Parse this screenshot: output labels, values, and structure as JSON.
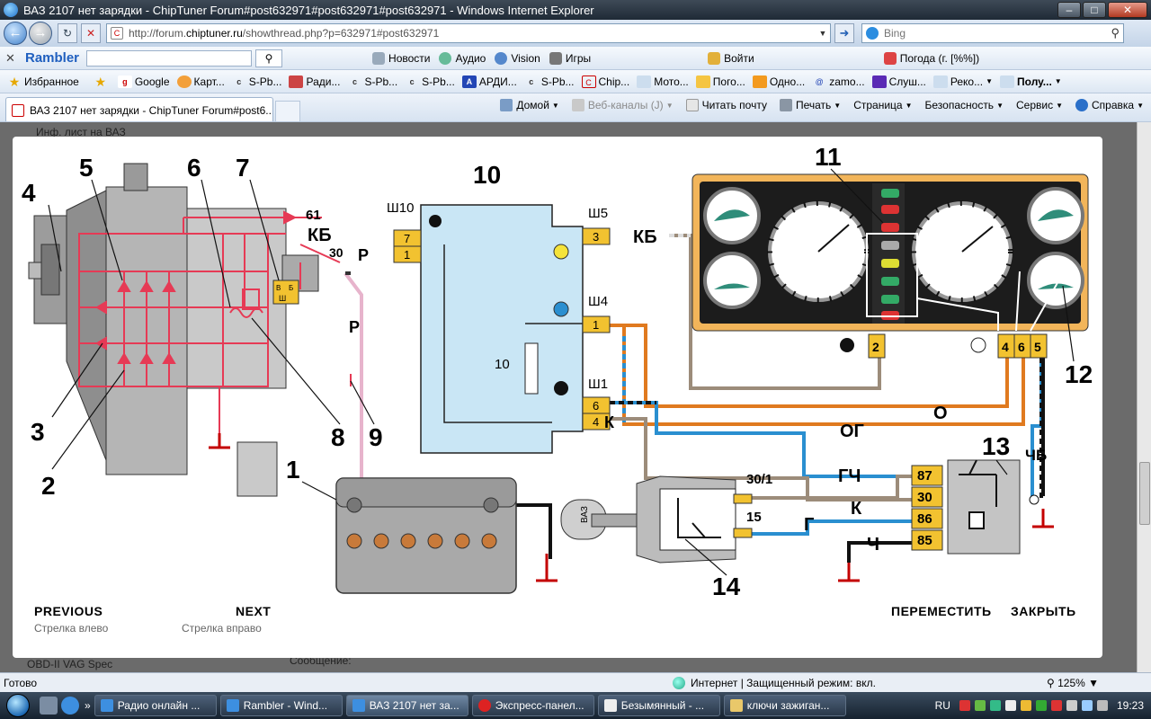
{
  "window": {
    "title": "ВАЗ 2107 нет зарядки - ChipTuner Forum#post632971#post632971#post632971 - Windows Internet Explorer"
  },
  "address": {
    "url_prefix": "http://forum.",
    "url_domain": "chiptuner.ru",
    "url_rest": "/showthread.php?p=632971#post632971",
    "search_placeholder": "Bing"
  },
  "rambler_bar": {
    "logo": "Rambler",
    "items": [
      "Новости",
      "Аудио",
      "Vision",
      "Игры",
      "Войти",
      "Погода (г. [%%])"
    ]
  },
  "favorites_bar": {
    "favorites_label": "Избранное",
    "items": [
      "Google",
      "Карт...",
      "S-Pb...",
      "Ради...",
      "S-Pb...",
      "S-Pb...",
      "АРДИ...",
      "S-Pb...",
      "Chip...",
      "Мото...",
      "Пого...",
      "Одно...",
      "zamo...",
      "Слуш...",
      "Реко...",
      "Полу..."
    ]
  },
  "tab": {
    "title": "ВАЗ 2107 нет зарядки - ChipTuner Forum#post6..."
  },
  "command_bar": {
    "home": "Домой",
    "feeds": "Веб-каналы (J)",
    "mail": "Читать почту",
    "print": "Печать",
    "page": "Страница",
    "safety": "Безопасность",
    "service": "Сервис",
    "help": "Справка"
  },
  "page_background": {
    "text_top": "Инф. лист на ВАЗ",
    "text_bottom_left": "OBD-II VAG Spec",
    "text_bottom_mid": "Сообщение:"
  },
  "lightbox": {
    "previous": "PREVIOUS",
    "previous_hint": "Стрелка влево",
    "next": "NEXT",
    "next_hint": "Стрелка вправо",
    "move": "ПЕРЕМЕСТИТЬ",
    "close": "ЗАКРЫТЬ"
  },
  "diagram": {
    "callouts": [
      "1",
      "2",
      "3",
      "4",
      "5",
      "6",
      "7",
      "8",
      "9",
      "10",
      "11",
      "12",
      "13",
      "14"
    ],
    "wire_labels": {
      "kb_left": "КБ",
      "kb_right": "КБ",
      "n61": "61",
      "n30": "30",
      "r_top": "Р",
      "r_mid": "Р",
      "k_conn": "К",
      "o": "О",
      "og": "ОГ",
      "gch": "ГЧ",
      "k_relay": "К",
      "g": "Г",
      "ch": "Ч",
      "chb": "ЧБ",
      "v": "В",
      "b": "Б",
      "sh": "Ш"
    },
    "connectors": {
      "sh10": "Ш10",
      "sh5": "Ш5",
      "sh4": "Ш4",
      "sh1": "Ш1",
      "pin7": "7",
      "pin1a": "1",
      "pin3": "3",
      "pin1b": "1",
      "pin6": "6",
      "pin4": "4",
      "box10": "10"
    },
    "cluster_pins": [
      "2",
      "4",
      "6",
      "5"
    ],
    "relay_pins": [
      "87",
      "30",
      "86",
      "85"
    ],
    "ignition": {
      "t30_1": "30/1",
      "t15": "15",
      "key_label": "ВАЗ"
    }
  },
  "statusbar": {
    "status": "Готово",
    "zone": "Интернет | Защищенный режим: вкл.",
    "zoom": "125%"
  },
  "taskbar": {
    "tasks": [
      "Радио онлайн ...",
      "Rambler - Wind...",
      "ВАЗ 2107 нет за...",
      "Экспресс-панел...",
      "Безымянный - ...",
      "ключи зажиган..."
    ],
    "lang": "RU",
    "time": "19:23"
  },
  "colors": {
    "accent": "#e63a55",
    "wire_orange": "#e07a1f",
    "wire_blue": "#2a8fd0",
    "connector": "#f2c230",
    "module": "#c9e6f5"
  }
}
